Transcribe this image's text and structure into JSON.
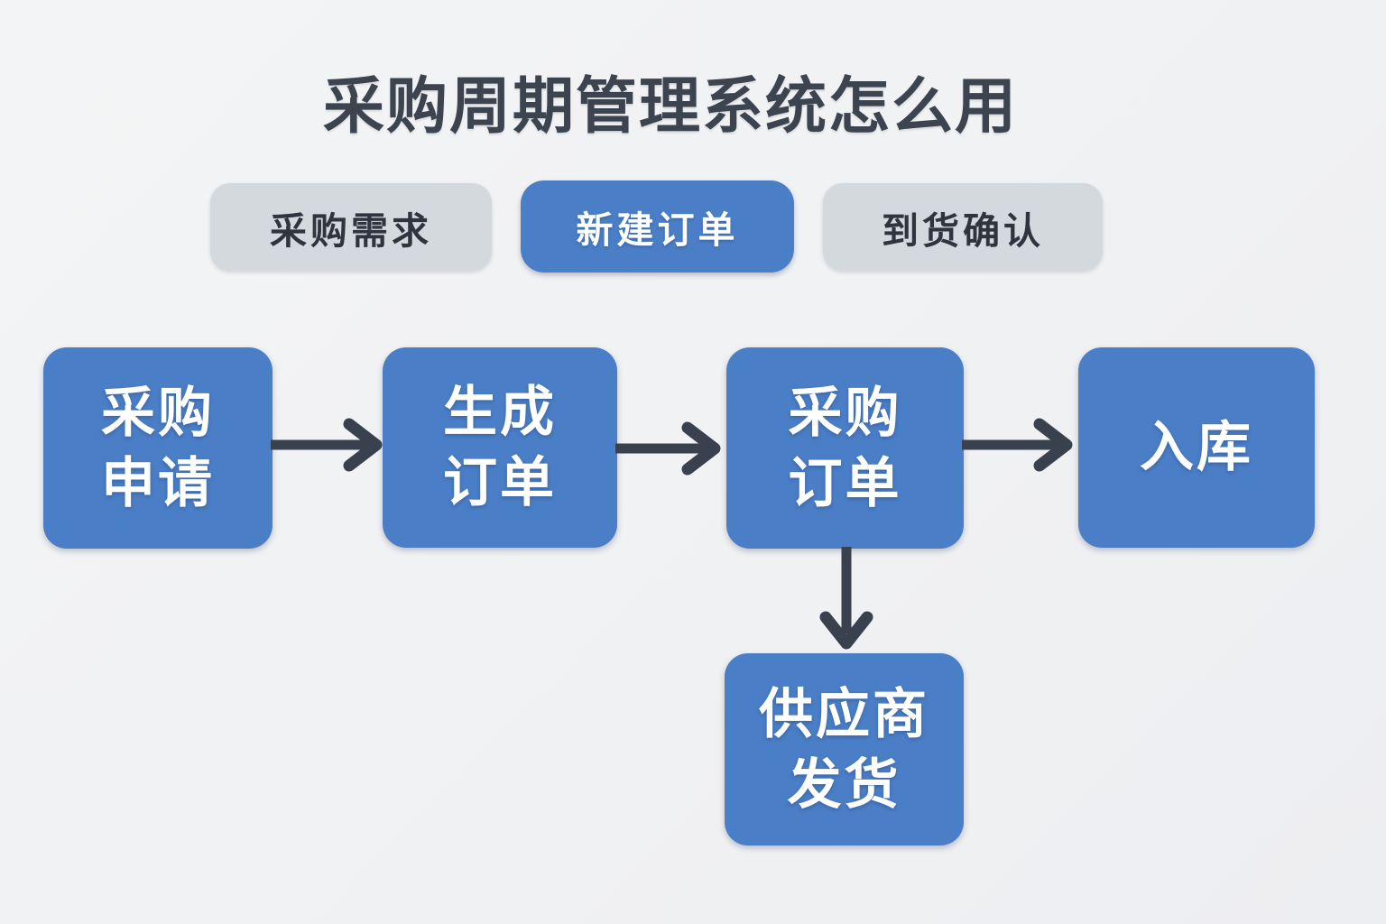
{
  "title": "采购周期管理系统怎么用",
  "tabs": [
    {
      "label": "采购需求",
      "active": false
    },
    {
      "label": "新建订单",
      "active": true
    },
    {
      "label": "到货确认",
      "active": false
    }
  ],
  "flow": {
    "nodes": [
      {
        "id": "purchase-request",
        "label": "采购\n申请"
      },
      {
        "id": "generate-order",
        "label": "生成\n订单"
      },
      {
        "id": "purchase-order",
        "label": "采购\n订单"
      },
      {
        "id": "warehouse-in",
        "label": "入库"
      },
      {
        "id": "supplier-ship",
        "label": "供应商\n发货"
      }
    ],
    "edges": [
      {
        "from": "purchase-request",
        "to": "generate-order",
        "direction": "right"
      },
      {
        "from": "generate-order",
        "to": "purchase-order",
        "direction": "right"
      },
      {
        "from": "purchase-order",
        "to": "warehouse-in",
        "direction": "right"
      },
      {
        "from": "purchase-order",
        "to": "supplier-ship",
        "direction": "down"
      }
    ]
  },
  "colors": {
    "background": "#f1f2f3",
    "node_blue": "#4a7ec7",
    "active_tab_blue": "#4a7fc7",
    "inactive_tab_gray": "#d4d9de",
    "arrow_dark": "#39414e",
    "title_text": "#3c4450",
    "inactive_tab_text": "#2e353f",
    "node_text": "#ffffff"
  }
}
